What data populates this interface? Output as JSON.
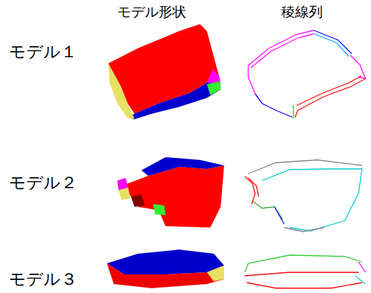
{
  "diagram": {
    "labels": [
      "モデル形状",
      "稜線列",
      "モデル１",
      "モデル２",
      "モデル３"
    ]
  }
}
